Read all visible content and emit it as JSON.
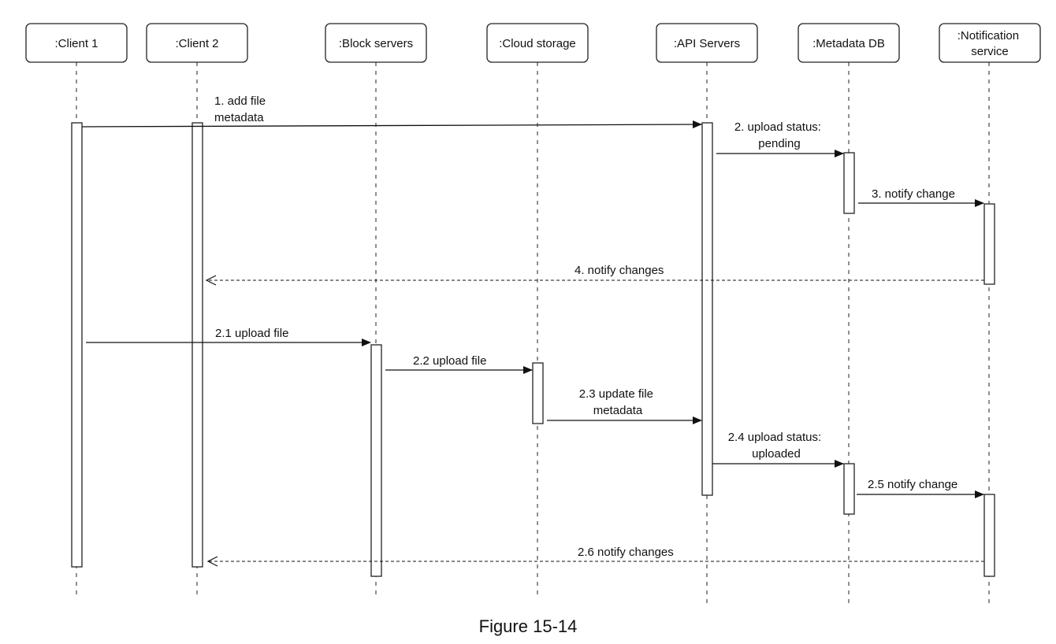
{
  "participants": [
    {
      "id": "client1",
      "label": ":Client 1"
    },
    {
      "id": "client2",
      "label": ":Client 2"
    },
    {
      "id": "block",
      "label": ":Block servers"
    },
    {
      "id": "cloud",
      "label": ":Cloud storage"
    },
    {
      "id": "api",
      "label": ":API Servers"
    },
    {
      "id": "metadb",
      "label": ":Metadata DB"
    },
    {
      "id": "notif",
      "label": ":Notification service"
    }
  ],
  "messages": [
    {
      "id": "m1",
      "label": "1. add file metadata",
      "from": "client1",
      "to": "api",
      "style": "solid"
    },
    {
      "id": "m2",
      "label": "2. upload status: pending",
      "from": "api",
      "to": "metadb",
      "style": "solid"
    },
    {
      "id": "m3",
      "label": "3. notify change",
      "from": "metadb",
      "to": "notif",
      "style": "solid"
    },
    {
      "id": "m4",
      "label": "4. notify changes",
      "from": "notif",
      "to": "client2",
      "style": "dashed"
    },
    {
      "id": "m21",
      "label": "2.1 upload file",
      "from": "client1",
      "to": "block",
      "style": "solid"
    },
    {
      "id": "m22",
      "label": "2.2 upload file",
      "from": "block",
      "to": "cloud",
      "style": "solid"
    },
    {
      "id": "m23",
      "label": "2.3 update file metadata",
      "from": "cloud",
      "to": "api",
      "style": "solid"
    },
    {
      "id": "m24",
      "label": "2.4 upload status: uploaded",
      "from": "api",
      "to": "metadb",
      "style": "solid"
    },
    {
      "id": "m25",
      "label": "2.5 notify change",
      "from": "metadb",
      "to": "notif",
      "style": "solid"
    },
    {
      "id": "m26",
      "label": "2.6 notify changes",
      "from": "notif",
      "to": "client2",
      "style": "dashed"
    }
  ],
  "caption": "Figure 15-14"
}
